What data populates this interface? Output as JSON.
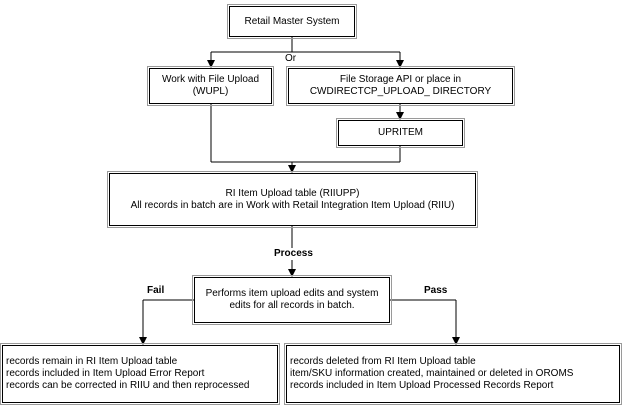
{
  "nodes": {
    "retail_master": "Retail Master System",
    "wupl": [
      "Work with File Upload",
      "(WUPL)"
    ],
    "file_storage": [
      "File Storage API or place in",
      "CWDIRECTCP_UPLOAD_ DIRECTORY"
    ],
    "upritem": "UPRITEM",
    "riiupp": [
      "RI Item Upload table (RIIUPP)",
      "All records in batch are in Work with Retail Integration Item Upload (RIIU)"
    ],
    "edits": [
      "Performs item upload edits and system",
      "edits for all records in batch."
    ],
    "fail_result": [
      "records remain in RI Item Upload table",
      "records included in Item Upload Error Report",
      "records can be corrected in RIIU and then reprocessed"
    ],
    "pass_result": [
      "records deleted from RI Item Upload table",
      "item/SKU information created, maintained or deleted in OROMS",
      "records included in Item Upload Processed Records Report"
    ]
  },
  "labels": {
    "or": "Or",
    "process": "Process",
    "fail": "Fail",
    "pass": "Pass"
  }
}
